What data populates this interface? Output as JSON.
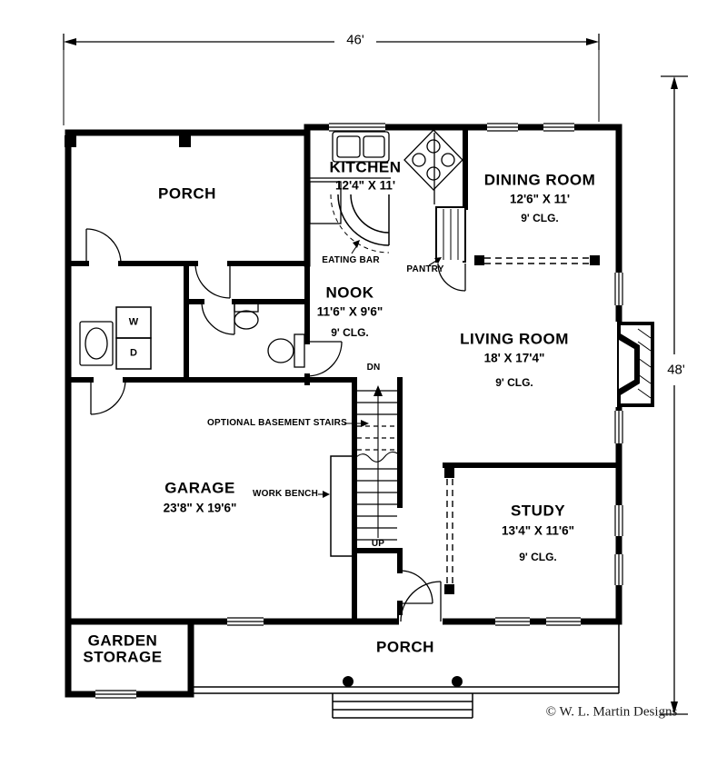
{
  "dimensions": {
    "width": "46'",
    "height": "48'"
  },
  "rooms": {
    "porch_top": {
      "name": "PORCH"
    },
    "kitchen": {
      "name": "KITCHEN",
      "size": "12'4\" X 11'"
    },
    "dining_room": {
      "name": "DINING ROOM",
      "size": "12'6\" X 11'",
      "ceiling": "9' CLG."
    },
    "nook": {
      "name": "NOOK",
      "size": "11'6\" X 9'6\"",
      "ceiling": "9' CLG."
    },
    "living_room": {
      "name": "LIVING ROOM",
      "size": "18' X 17'4\"",
      "ceiling": "9' CLG."
    },
    "garage": {
      "name": "GARAGE",
      "size": "23'8\" X 19'6\""
    },
    "study": {
      "name": "STUDY",
      "size": "13'4\" X 11'6\"",
      "ceiling": "9' CLG."
    },
    "garden_storage": {
      "line1": "GARDEN",
      "line2": "STORAGE"
    },
    "porch_bottom": {
      "name": "PORCH"
    }
  },
  "labels": {
    "eating_bar": "EATING BAR",
    "pantry": "PANTRY",
    "optional_basement_stairs": "OPTIONAL BASEMENT STAIRS",
    "work_bench": "WORK BENCH",
    "down": "DN",
    "up": "UP",
    "washer": "W",
    "dryer": "D"
  },
  "copyright": "© W. L. Martin Designs",
  "colors": {
    "ink": "#000000",
    "paper": "#ffffff"
  }
}
